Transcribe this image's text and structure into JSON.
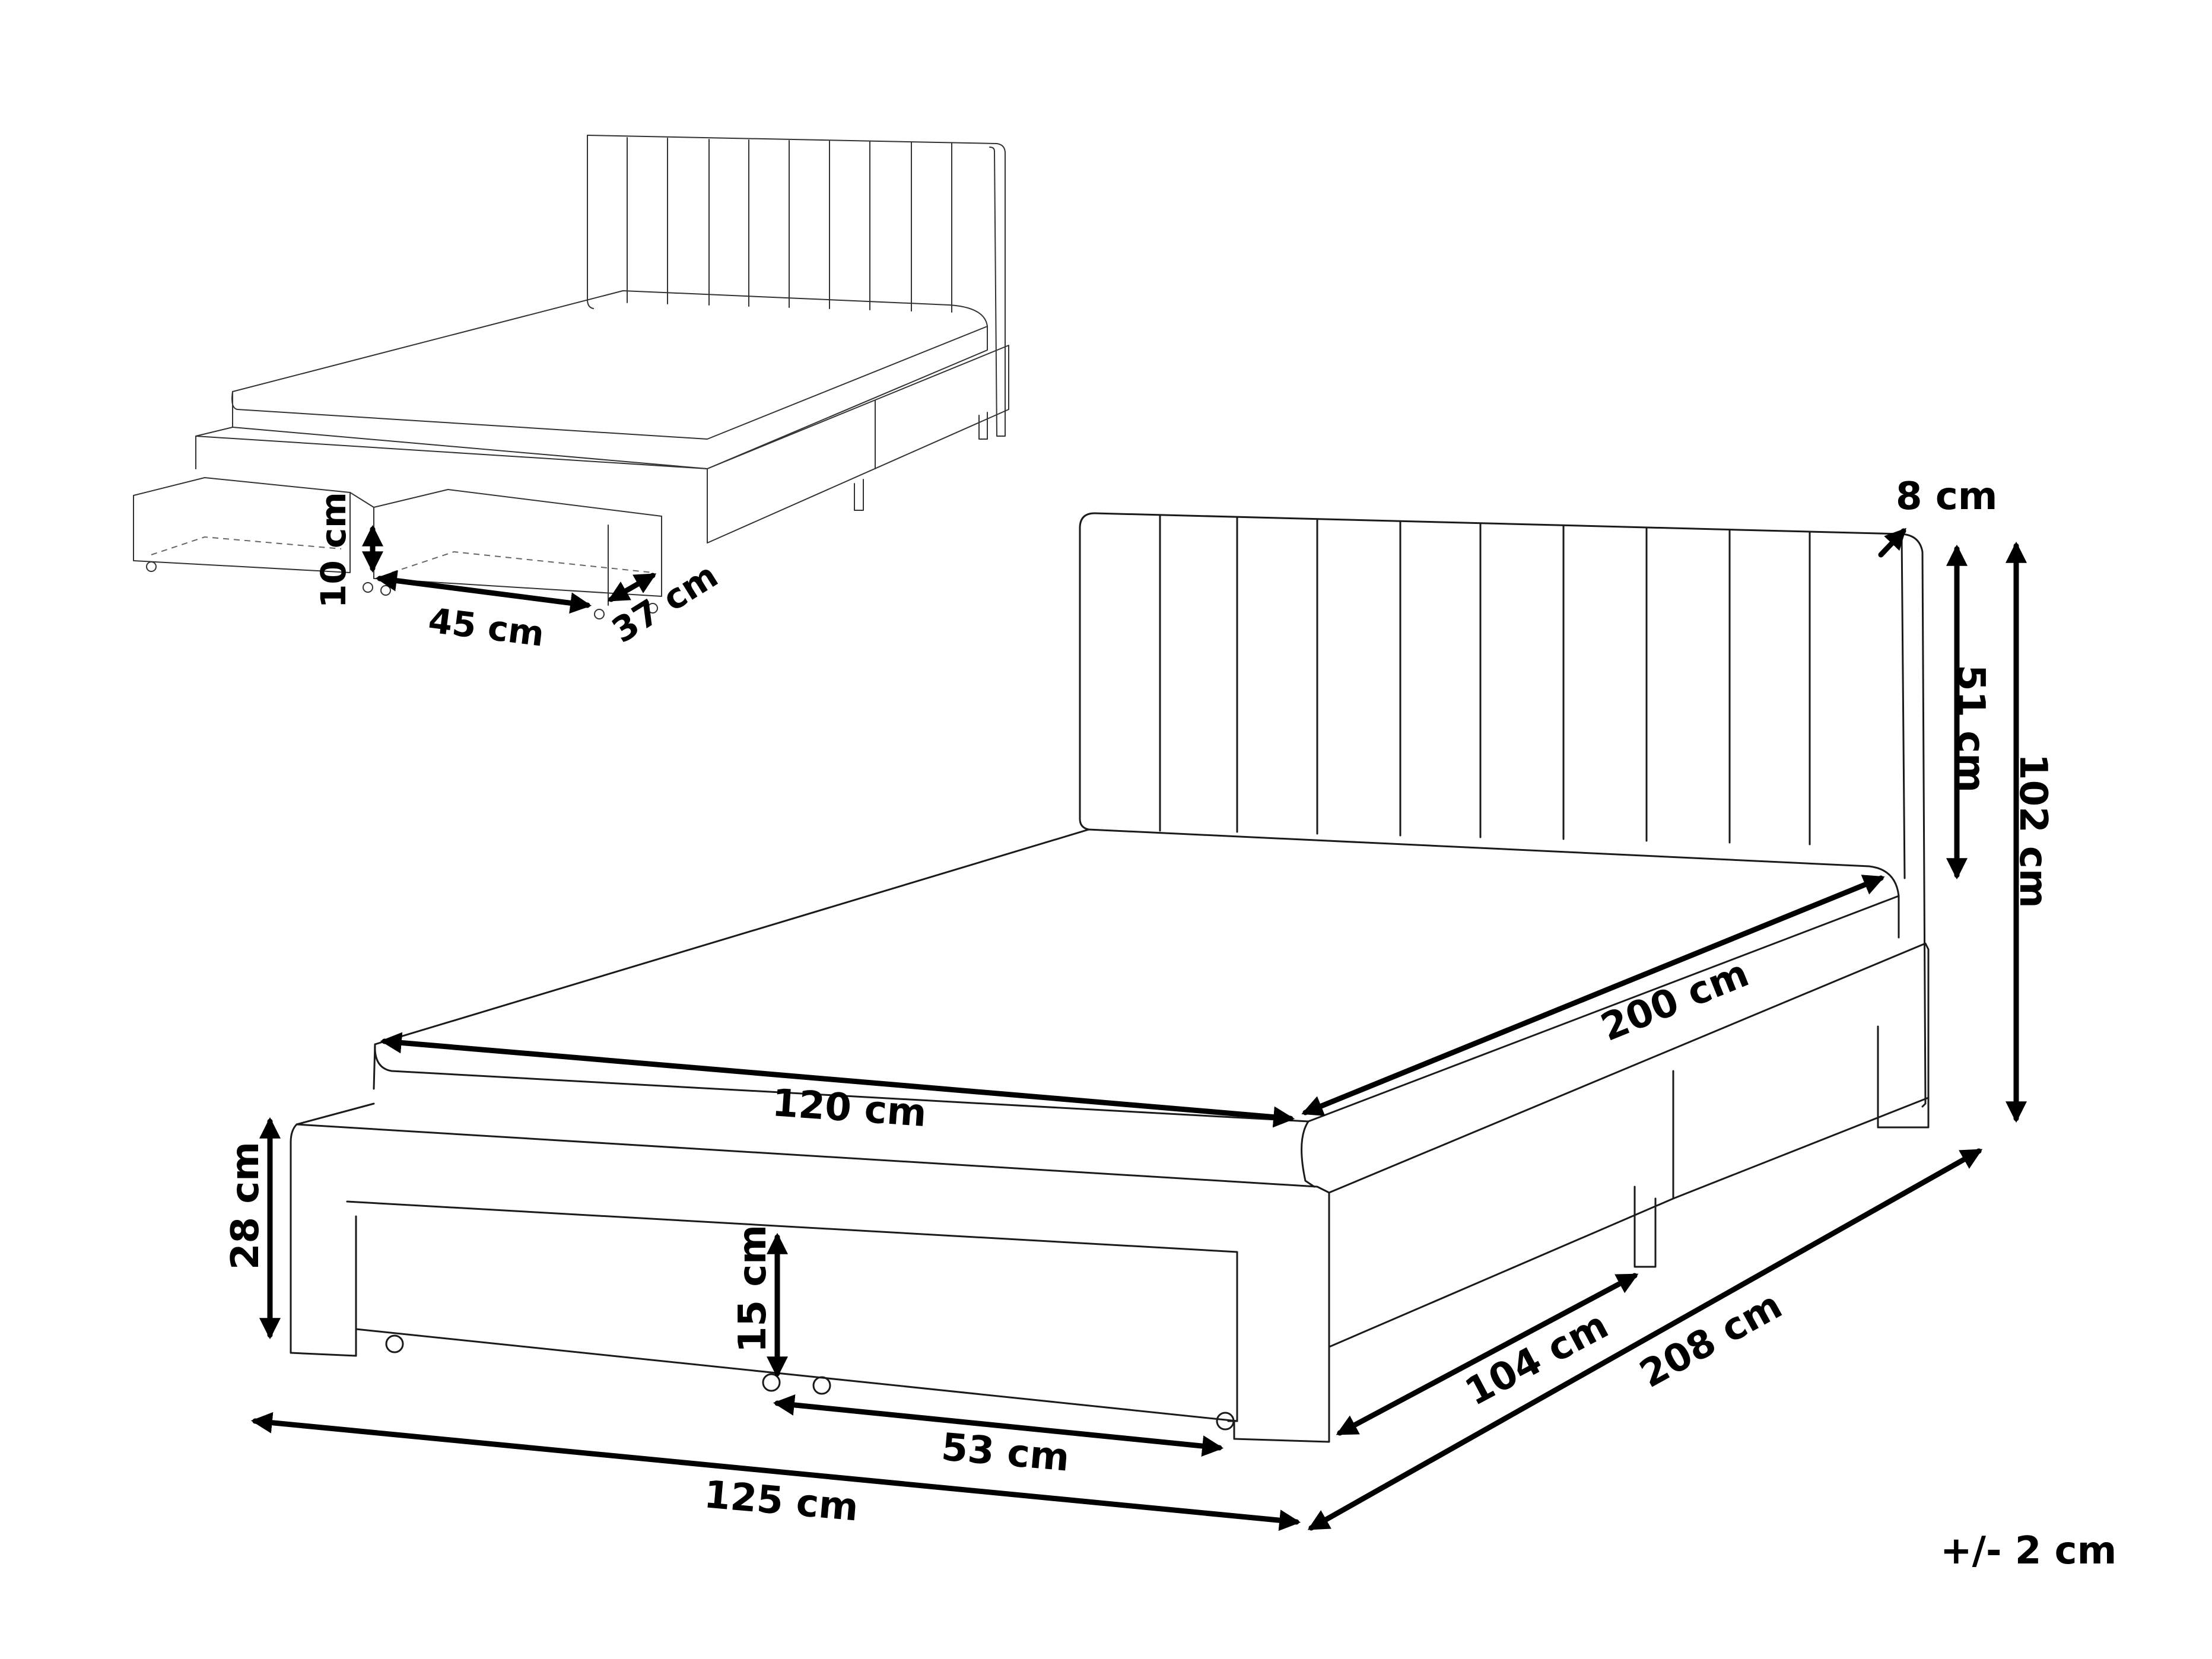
{
  "labels": {
    "headboard_thickness": "8 cm",
    "headboard_height": "51 cm",
    "total_height": "102 cm",
    "mattress_length": "200 cm",
    "mattress_width": "120 cm",
    "frame_height": "28 cm",
    "drawer_height_main": "15 cm",
    "side_length": "104 cm",
    "total_length": "208 cm",
    "drawer_width_main": "53 cm",
    "total_width": "125 cm",
    "drawer_inner_height": "10 cm",
    "drawer_inner_width": "45 cm",
    "drawer_inner_depth": "37 cm",
    "tolerance": "+/- 2 cm"
  }
}
